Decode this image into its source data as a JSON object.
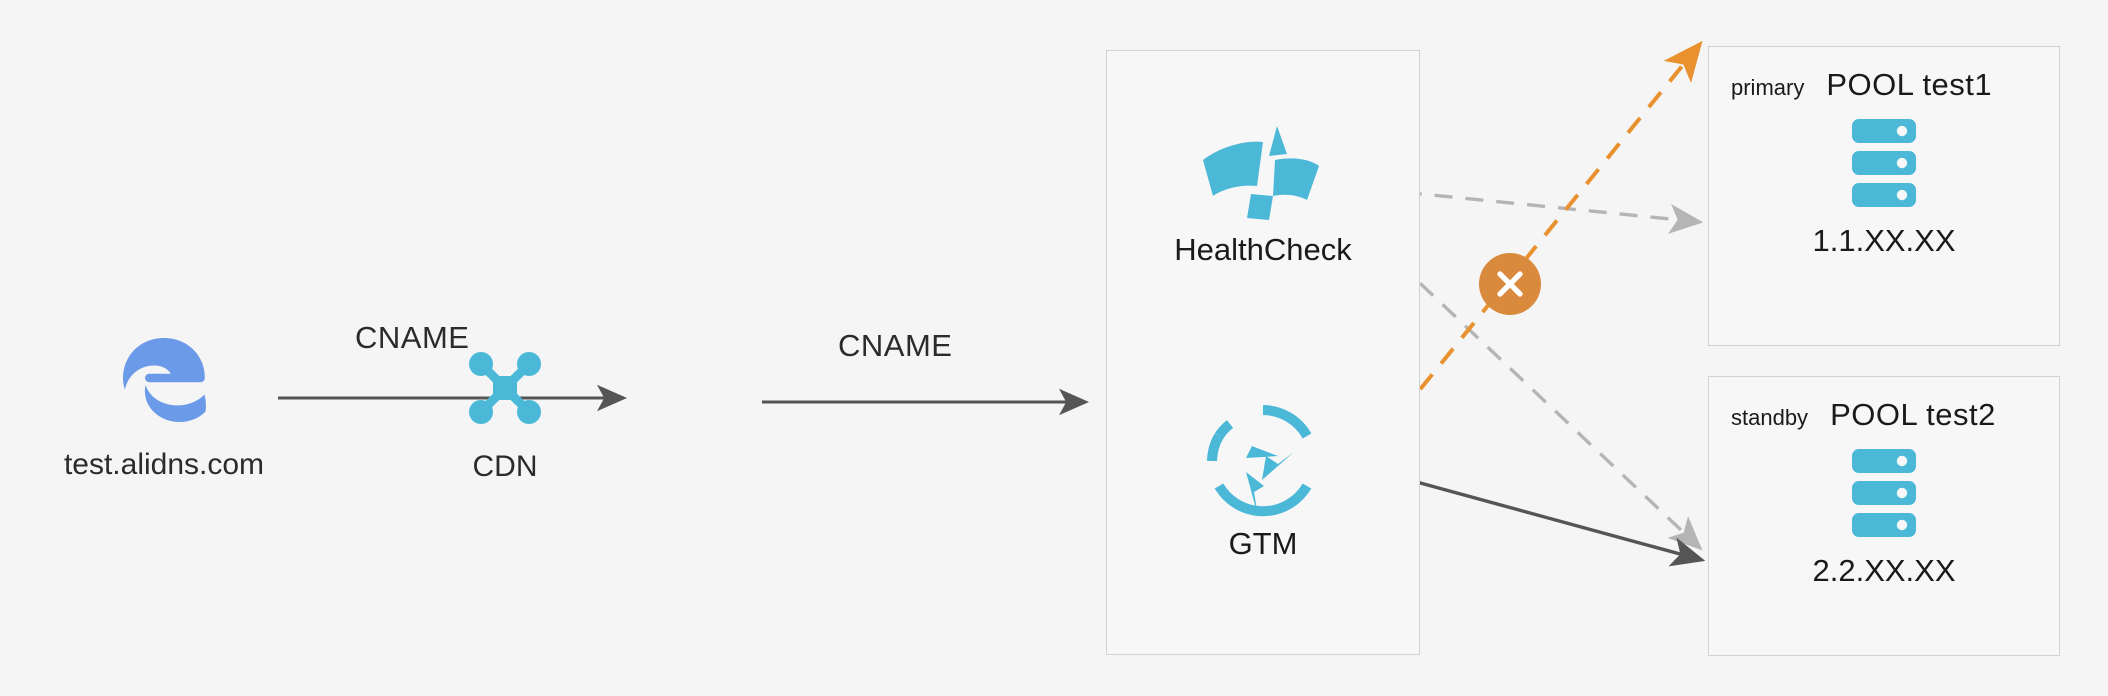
{
  "diagram": {
    "background_color": "#f5f5f5",
    "accent_cyan": "#4bb8d8",
    "accent_orange": "#d98a3c",
    "edge_blue": "#6b9ae8",
    "line_gray": "#6e6e6e",
    "dashed_gray": "#b5b5b5"
  },
  "client": {
    "icon": "edge-browser-icon",
    "label": "test.alidns.com"
  },
  "cdn": {
    "icon": "cdn-network-icon",
    "label": "CDN"
  },
  "edges": {
    "cname_1": "CNAME",
    "cname_2": "CNAME"
  },
  "service": {
    "healthcheck": {
      "icon": "healthcheck-icon",
      "label": "HealthCheck"
    },
    "gtm": {
      "icon": "gtm-refresh-icon",
      "label": "GTM"
    }
  },
  "failure_badge": {
    "icon": "close-x-icon",
    "color": "#d98a3c"
  },
  "pools": [
    {
      "role": "primary",
      "title": "POOL test1",
      "icon": "server-stack-icon",
      "ip": "1.1.XX.XX"
    },
    {
      "role": "standby",
      "title": "POOL test2",
      "icon": "server-stack-icon",
      "ip": "2.2.XX.XX"
    }
  ]
}
